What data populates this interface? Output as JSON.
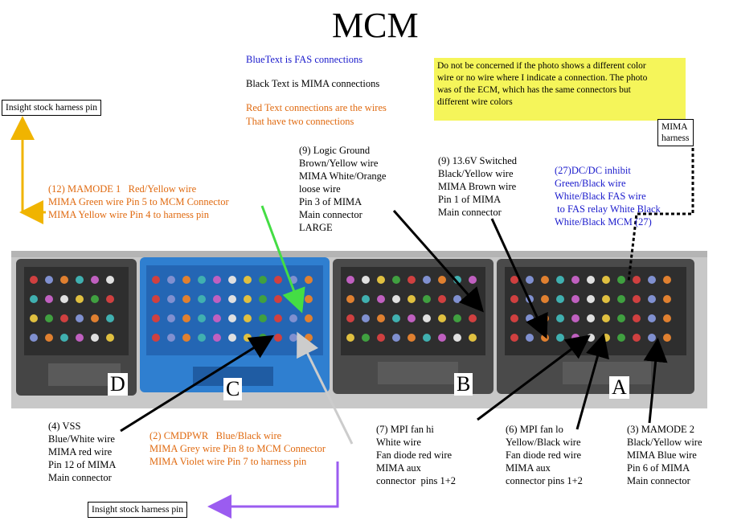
{
  "title": "MCM",
  "legend": {
    "blue": "BlueText is FAS connections",
    "black": "Black Text is MIMA connections",
    "red_line1": "Red Text connections are the wires",
    "red_line2": "That have two connections"
  },
  "note": "Do not be concerned if the photo shows a different color\nwire or no wire where I indicate a connection. The photo\nwas of the ECM, which has the same connectors but\ndifferent wire colors",
  "boxes": {
    "insight_top": "Insight stock harness pin",
    "insight_bottom": "Insight stock harness pin",
    "mima_harness": "MIMA\nharness"
  },
  "labels": {
    "mamode1": "(12) MAMODE 1   Red/Yellow wire\nMIMA Green wire Pin 5 to MCM Connector\nMIMA Yellow wire Pin 4 to harness pin",
    "logic_ground": "(9) Logic Ground\nBrown/Yellow wire\nMIMA White/Orange\nloose wire\nPin 3 of MIMA\nMain connector\nLARGE",
    "switched": "(9) 13.6V Switched\nBlack/Yellow wire\nMIMA Brown wire\nPin 1 of MIMA\nMain connector",
    "dcdc": "(27)DC/DC inhibit\nGreen/Black wire\nWhite/Black FAS wire\n to FAS relay White Black\nWhite/Black MCM (27)",
    "vss": "(4) VSS\nBlue/White wire\nMIMA red wire\nPin 12 of MIMA\nMain connector",
    "cmdpwr": "(2) CMDPWR   Blue/Black wire\nMIMA Grey wire Pin 8 to MCM Connector\nMIMA Violet wire Pin 7 to harness pin",
    "fan_hi": "(7) MPI fan hi\nWhite wire\nFan diode red wire\nMIMA aux\nconnector  pins 1+2",
    "fan_lo": "(6) MPI fan lo\nYellow/Black wire\nFan diode red wire\nMIMA aux\nconnector pins 1+2",
    "mamode2": "(3) MAMODE 2\nBlack/Yellow wire\nMIMA Blue wire\nPin 6 of MIMA\nMain connector"
  },
  "connectors": {
    "d": "D",
    "c": "C",
    "b": "B",
    "a": "A"
  },
  "colors": {
    "fas_blue": "#1a1acc",
    "two_conn_orange": "#e06a10",
    "note_yellow": "#f5f55a",
    "arrow_gold": "#f0b400",
    "arrow_violet": "#9b5cf0",
    "arrow_green": "#44dd44",
    "connector_blue": "#2f7fd0",
    "connector_gray": "#4a4a4a"
  }
}
